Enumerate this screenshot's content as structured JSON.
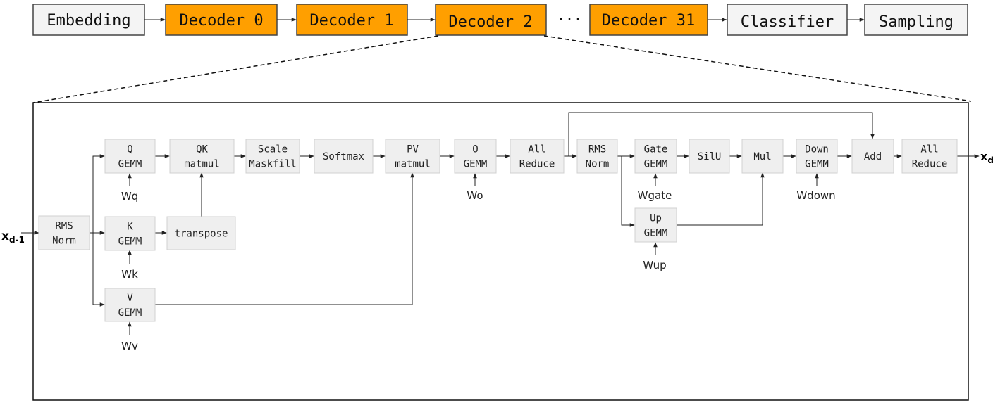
{
  "pipeline": {
    "embedding": "Embedding",
    "decoder0": "Decoder 0",
    "decoder1": "Decoder 1",
    "decoder2": "Decoder 2",
    "ellipsis": "···",
    "decoder31": "Decoder 31",
    "classifier": "Classifier",
    "sampling": "Sampling"
  },
  "detail": {
    "input": {
      "main": "x",
      "sub": "d-1"
    },
    "output": {
      "main": "x",
      "sub": "d"
    },
    "nodes": {
      "rms_norm_1": [
        "RMS",
        "Norm"
      ],
      "q_gemm": [
        "Q",
        "GEMM"
      ],
      "k_gemm": [
        "K",
        "GEMM"
      ],
      "v_gemm": [
        "V",
        "GEMM"
      ],
      "transpose": [
        "transpose"
      ],
      "qk_matmul": [
        "QK",
        "matmul"
      ],
      "scale_maskfill": [
        "Scale",
        "Maskfill"
      ],
      "softmax": [
        "Softmax"
      ],
      "pv_matmul": [
        "PV",
        "matmul"
      ],
      "o_gemm": [
        "O",
        "GEMM"
      ],
      "all_reduce_1": [
        "All",
        "Reduce"
      ],
      "rms_norm_2": [
        "RMS",
        "Norm"
      ],
      "gate_gemm": [
        "Gate",
        "GEMM"
      ],
      "up_gemm": [
        "Up",
        "GEMM"
      ],
      "silu": [
        "SilU"
      ],
      "mul": [
        "Mul"
      ],
      "down_gemm": [
        "Down",
        "GEMM"
      ],
      "add": [
        "Add"
      ],
      "all_reduce_2": [
        "All",
        "Reduce"
      ]
    },
    "weights": {
      "wq": "Wq",
      "wk": "Wk",
      "wv": "Wv",
      "wo": "Wo",
      "wgate": "Wgate",
      "wup": "Wup",
      "wdown": "Wdown"
    }
  },
  "colors": {
    "decoder_fill": "#ff9f00",
    "plain_fill": "#f4f4f4",
    "node_fill": "#efefef",
    "node_stroke": "#d0d0d0"
  }
}
